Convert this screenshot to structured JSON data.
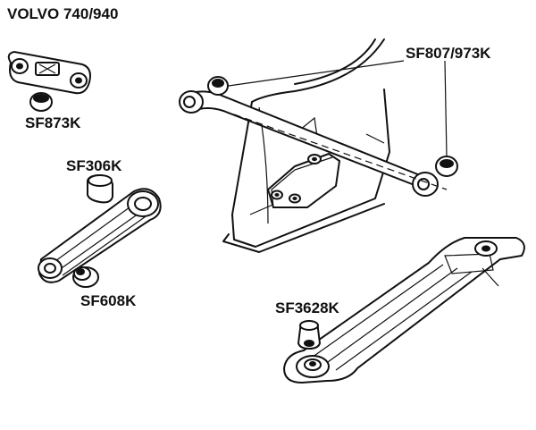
{
  "title": "VOLVO 740/940",
  "parts": [
    {
      "id": "sf873k",
      "label": "SF873K"
    },
    {
      "id": "sf306k",
      "label": "SF306K"
    },
    {
      "id": "sf608k",
      "label": "SF608K"
    },
    {
      "id": "sf807-973k",
      "label": "SF807/973K"
    },
    {
      "id": "sf3628k",
      "label": "SF3628K"
    }
  ]
}
